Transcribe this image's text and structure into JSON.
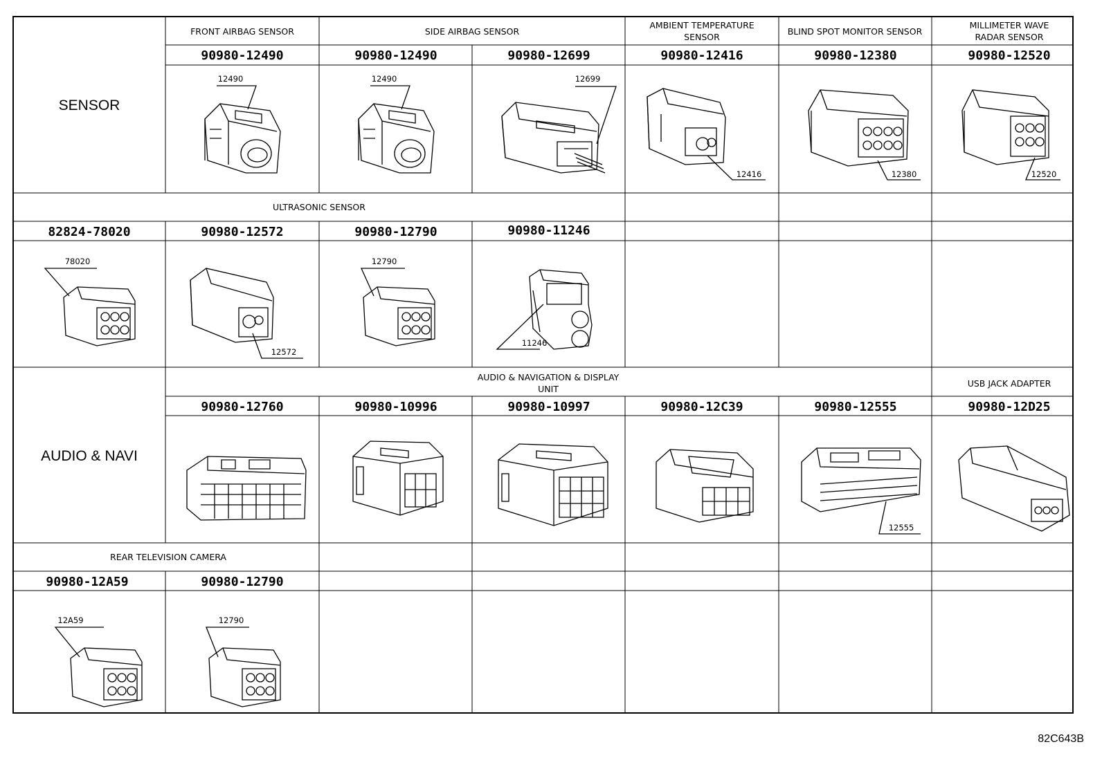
{
  "categories": {
    "sensor": "SENSOR",
    "audio_navi": "AUDIO & NAVI"
  },
  "groups": {
    "front_airbag": "FRONT AIRBAG SENSOR",
    "side_airbag": "SIDE AIRBAG SENSOR",
    "ambient_temp_1": "AMBIENT TEMPERATURE",
    "ambient_temp_2": "SENSOR",
    "blind_spot": "BLIND SPOT MONITOR SENSOR",
    "mmwave_1": "MILLIMETER WAVE",
    "mmwave_2": "RADAR SENSOR",
    "ultrasonic": "ULTRASONIC SENSOR",
    "audio_nav_1": "AUDIO & NAVIGATION & DISPLAY",
    "audio_nav_2": "UNIT",
    "usb_jack": "USB JACK ADAPTER",
    "rear_camera": "REAR TELEVISION CAMERA"
  },
  "rows": {
    "sensor": {
      "parts": [
        "90980-12490",
        "90980-12490",
        "90980-12699",
        "90980-12416",
        "90980-12380",
        "90980-12520"
      ],
      "labels": [
        "12490",
        "12490",
        "12699",
        "12416",
        "12380",
        "12520"
      ]
    },
    "ultrasonic": {
      "parts": [
        "82824-78020",
        "90980-12572",
        "90980-12790",
        "90980-11246"
      ],
      "labels": [
        "78020",
        "12572",
        "12790",
        "11246"
      ]
    },
    "audio": {
      "parts": [
        "90980-12760",
        "90980-10996",
        "90980-10997",
        "90980-12C39",
        "90980-12555",
        "90980-12D25"
      ],
      "labels": [
        "12555"
      ]
    },
    "camera": {
      "parts": [
        "90980-12A59",
        "90980-12790"
      ],
      "labels": [
        "12A59",
        "12790"
      ]
    }
  },
  "footer": {
    "code": "82C643B"
  }
}
